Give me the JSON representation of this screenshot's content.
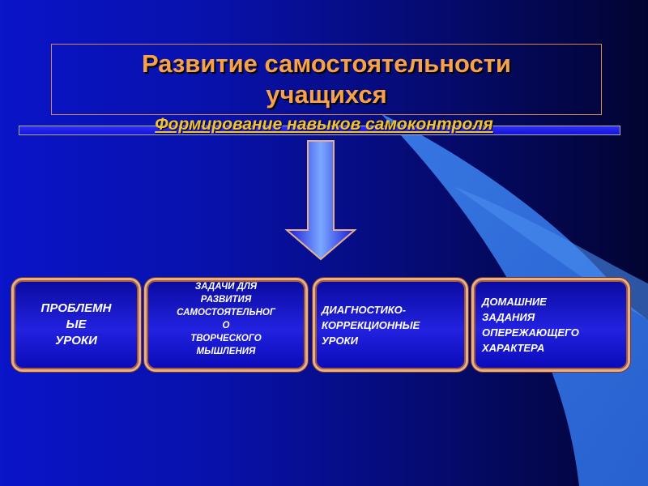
{
  "title": [
    "Развитие самостоятельности",
    "учащихся"
  ],
  "subtitle": "Формирование навыков самоконтроля",
  "boxes": [
    {
      "lines": [
        "ПРОБЛЕМН",
        "ЫЕ",
        "УРОКИ"
      ]
    },
    {
      "lines": [
        "ЗАДАЧИ ДЛЯ",
        "РАЗВИТИЯ",
        "САМОСТОЯТЕЛЬНОГ",
        "О",
        "ТВОРЧЕСКОГО",
        "МЫШЛЕНИЯ"
      ]
    },
    {
      "lines": [
        "ДИАГНОСТИКО-",
        "КОРРЕКЦИОННЫЕ",
        "УРОКИ"
      ]
    },
    {
      "lines": [
        "ДОМАШНИЕ",
        "ЗАДАНИЯ",
        "ОПЕРЕЖАЮЩЕГО",
        "ХАРАКТЕРА"
      ]
    }
  ],
  "colors": {
    "title": "#f7a24a",
    "subtitle": "#f2c232",
    "box_border": "#e8b089",
    "background": "#0a14c8"
  }
}
